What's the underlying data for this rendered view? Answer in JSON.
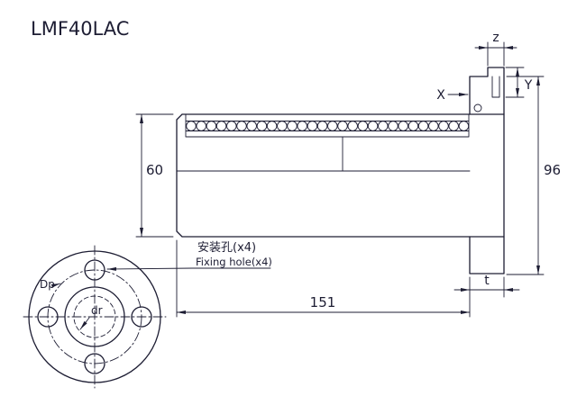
{
  "title": "LMF40LAC",
  "colors": {
    "ink": "#1d1d33",
    "background": "#ffffff"
  },
  "side_view": {
    "length_label": "151",
    "body_diameter_label": "60",
    "flange_diameter_label": "96",
    "flange_thickness_label": "t",
    "groove_width_label": "z",
    "groove_x_label": "X",
    "groove_y_label": "Y"
  },
  "front_view": {
    "pitch_circle_label": "Dp",
    "bore_label": "dr"
  },
  "callout": {
    "line1": "安装孔(x4)",
    "line2": "Fixing hole(x4)"
  }
}
